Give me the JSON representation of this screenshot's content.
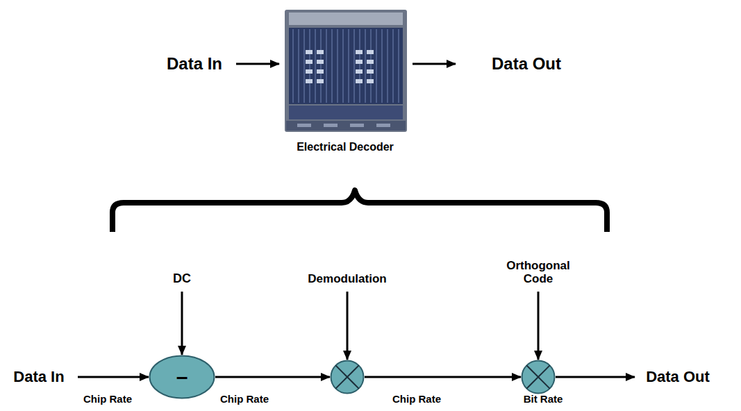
{
  "diagram": {
    "nodes": [
      {
        "text": [
          "DC",
          "–"
        ]
      },
      {
        "text": [
          "Demodulation"
        ]
      },
      {
        "text": [
          "Orthogonal Code"
        ]
      }
    ],
    "edges": [
      {
        "from": 0,
        "to": 1,
        "arrow": "to"
      },
      {
        "from": 1,
        "to": 2,
        "arrow": "to"
      }
    ],
    "labels": [
      "Data In",
      "Data Out",
      "Electrical Decoder",
      "Data In",
      "Data Out",
      "Chip Rate",
      "Chip Rate",
      "Chip Rate",
      "Bit Rate"
    ]
  }
}
